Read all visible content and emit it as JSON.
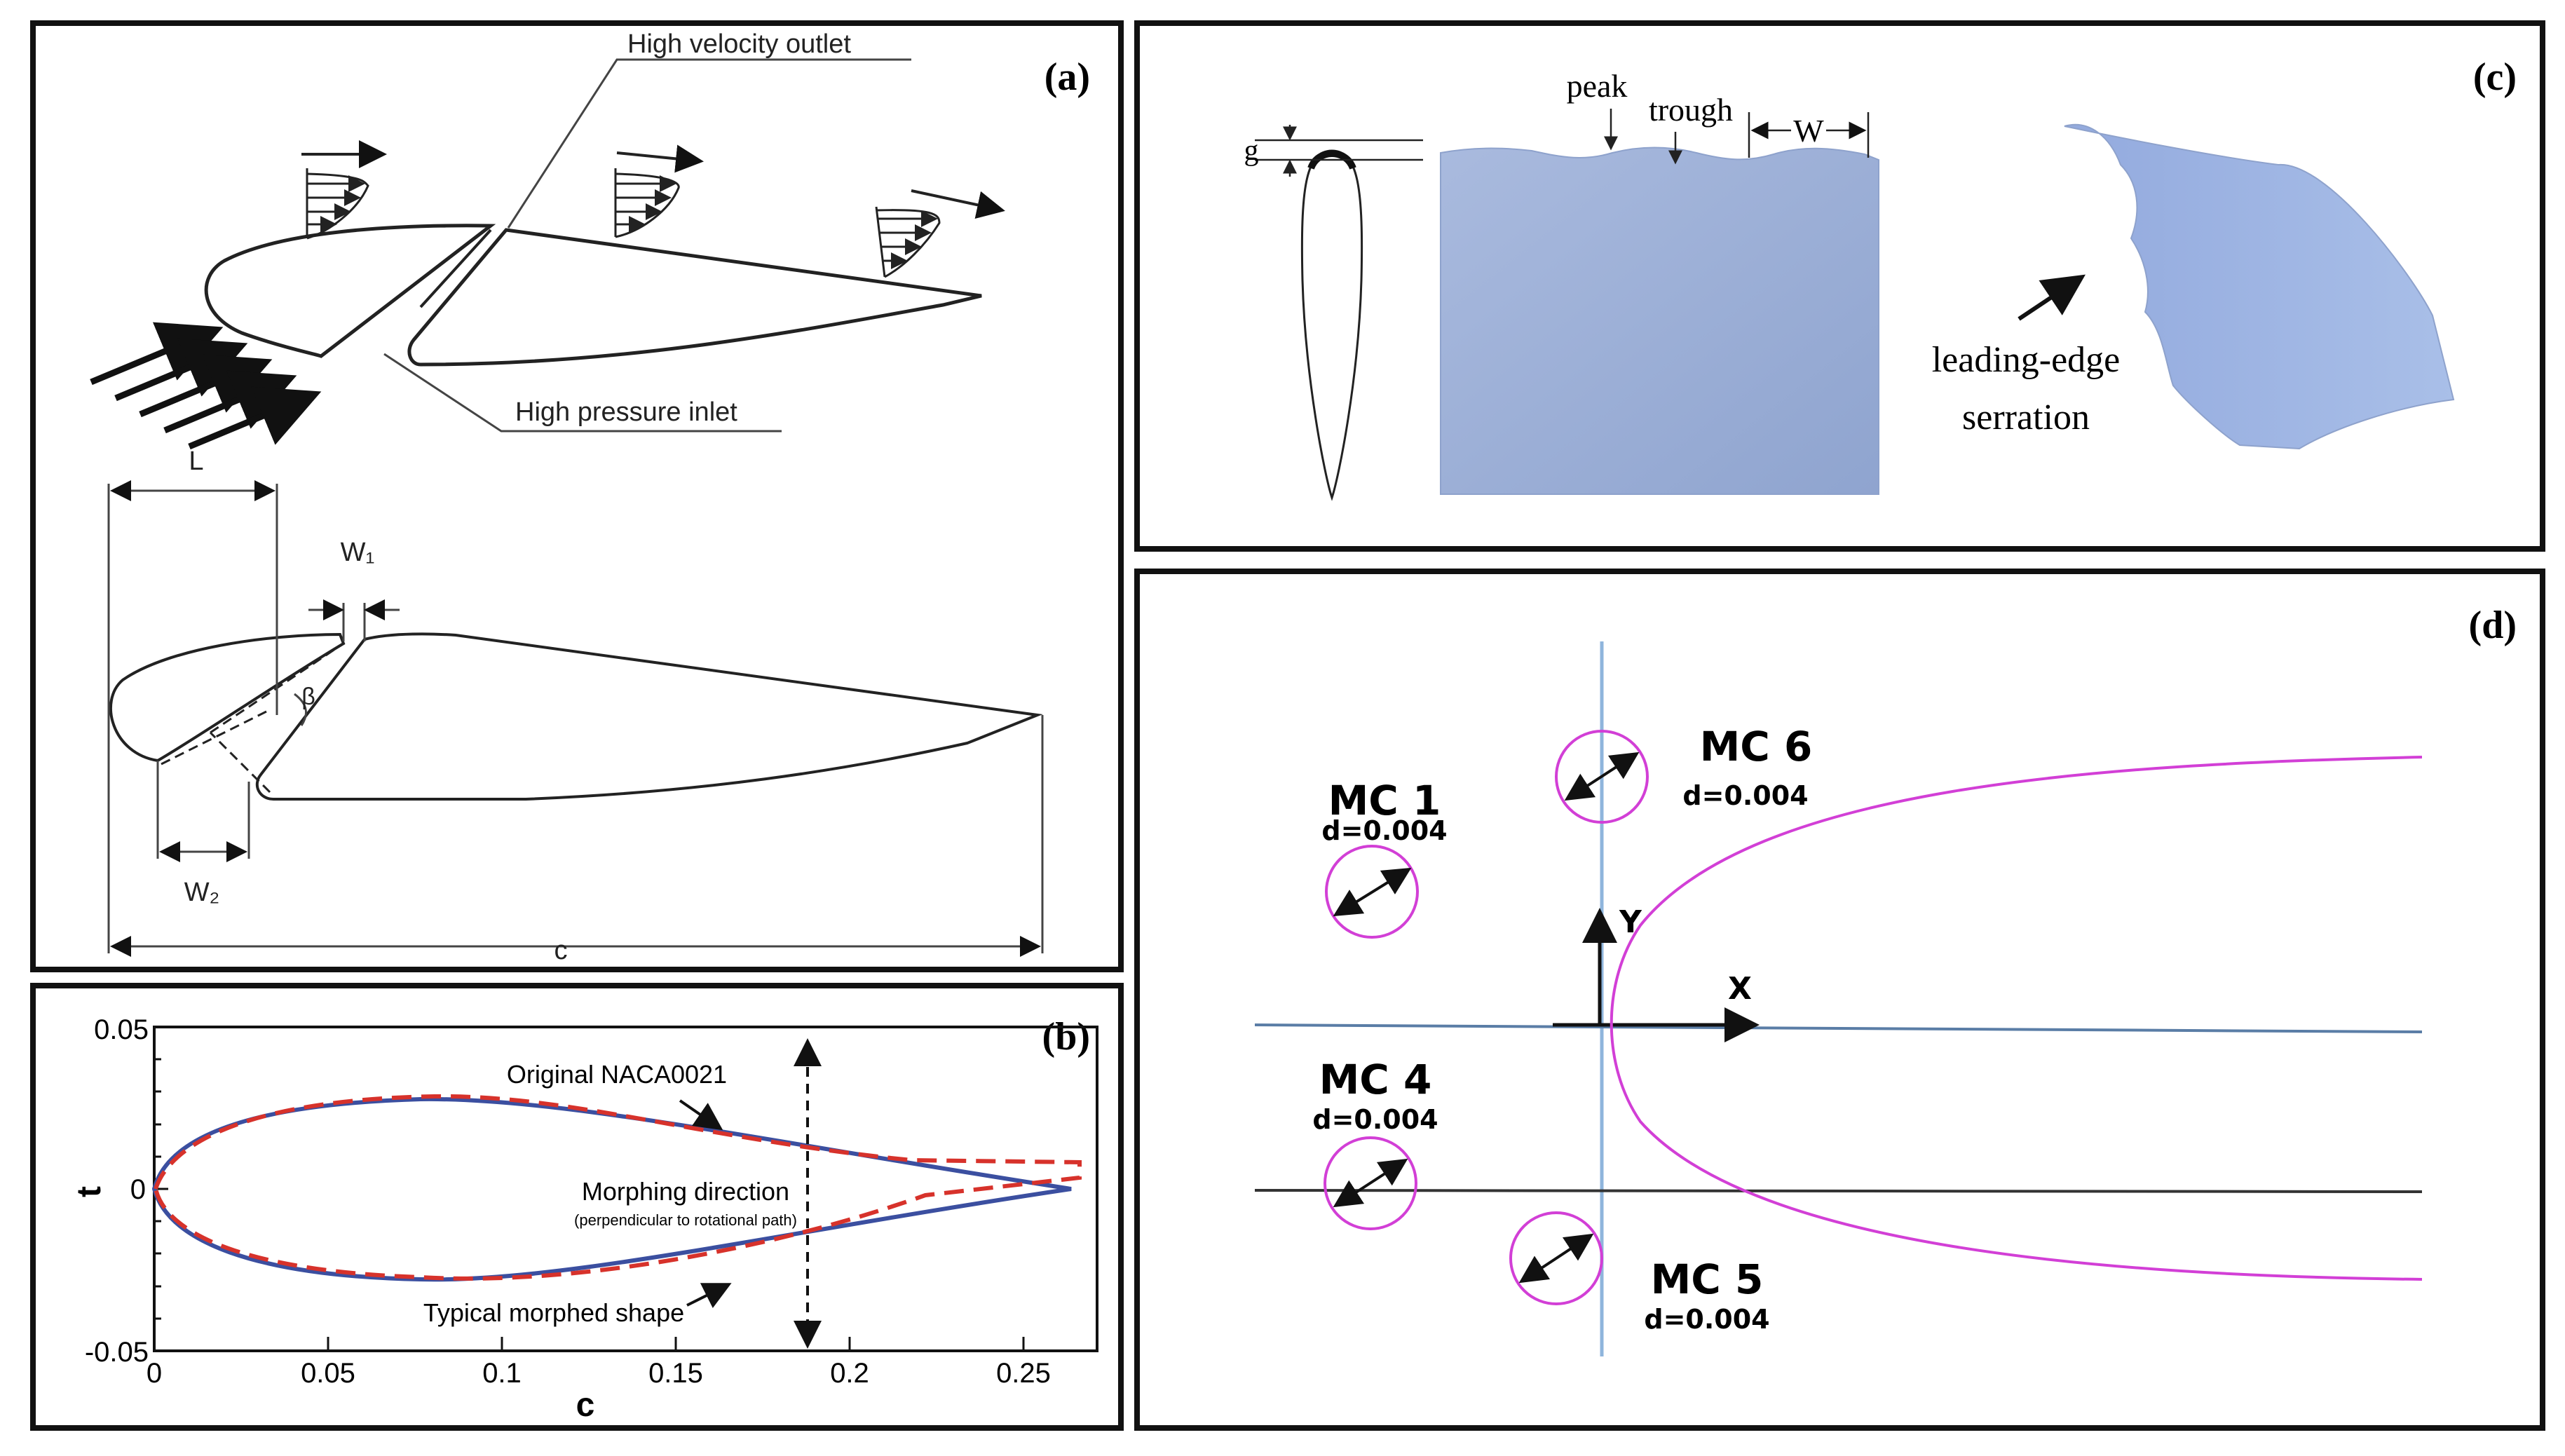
{
  "panels": {
    "a": {
      "label": "(a)",
      "callout_outlet": "High velocity outlet",
      "callout_inlet": "High pressure inlet",
      "dim_L": "L",
      "dim_W1": "W₁",
      "dim_W2": "W₂",
      "dim_beta": "β",
      "dim_c": "c"
    },
    "b": {
      "label": "(b)",
      "series_original": "Original NACA0021",
      "series_morphed": "Typical morphed shape",
      "annotation_direction": "Morphing direction",
      "annotation_direction_sub": "(perpendicular to rotational path)",
      "xlabel": "c",
      "ylabel": "t",
      "xticks": [
        "0",
        "0.05",
        "0.1",
        "0.15",
        "0.2",
        "0.25"
      ],
      "yticks": [
        "0.05",
        "0",
        "-0.05"
      ],
      "colors": {
        "original": "#3b4fa0",
        "morphed": "#d7322b"
      }
    },
    "c": {
      "label": "(c)",
      "peak": "peak",
      "trough": "trough",
      "W": "W",
      "g": "g",
      "serration_line1": "leading-edge",
      "serration_line2": "serration",
      "surface_color": "#9fb1d6"
    },
    "d": {
      "label": "(d)",
      "axis_x": "X",
      "axis_y": "Y",
      "probes": [
        {
          "name": "MC 1",
          "d": "d=0.004"
        },
        {
          "name": "MC 6",
          "d": "d=0.004"
        },
        {
          "name": "MC 4",
          "d": "d=0.004"
        },
        {
          "name": "MC 5",
          "d": "d=0.004"
        }
      ],
      "colors": {
        "curve": "#d23fd6",
        "axis_line": "#8fb5dc"
      }
    }
  }
}
